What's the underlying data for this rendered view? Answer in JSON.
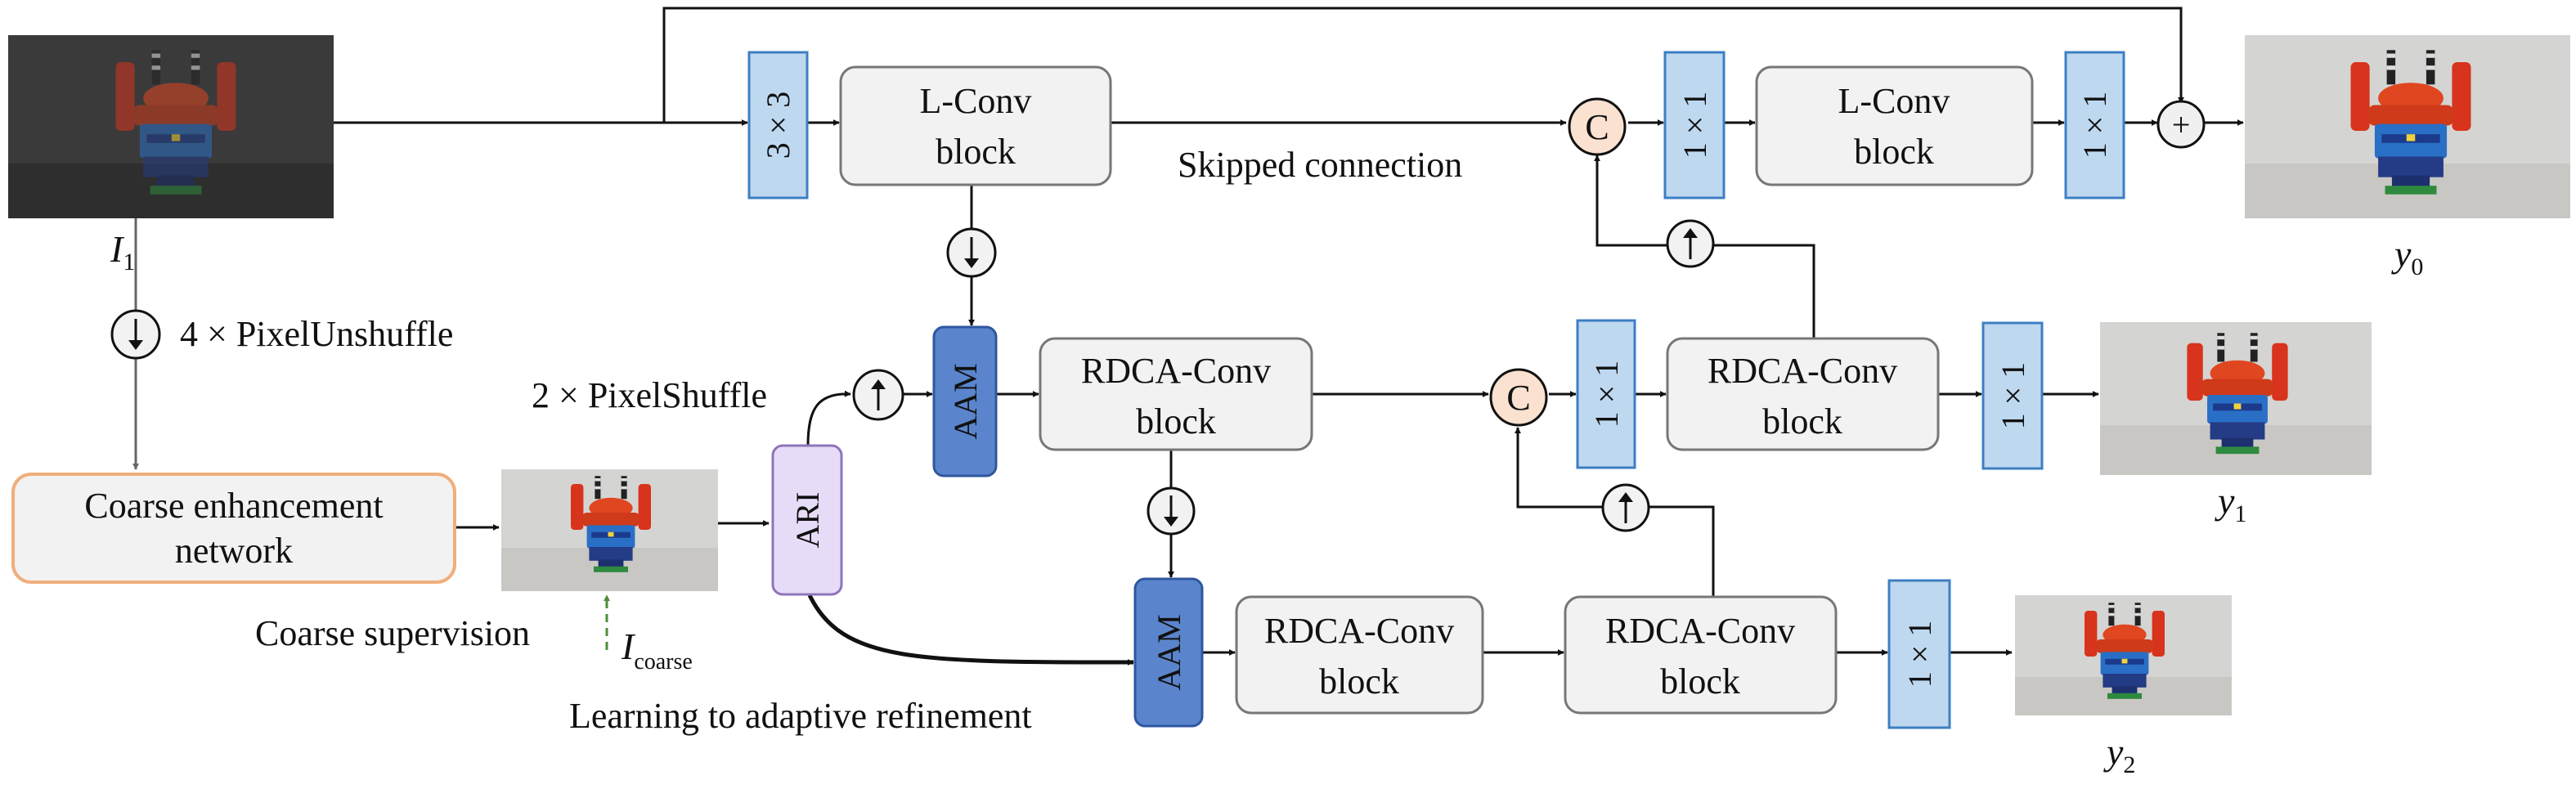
{
  "inputs": {
    "input_image_label": "I",
    "input_image_sub": "1",
    "coarse_label": "I",
    "coarse_sub": "coarse"
  },
  "outputs": {
    "y0": "y",
    "y0_sub": "0",
    "y1": "y",
    "y1_sub": "1",
    "y2": "y",
    "y2_sub": "2"
  },
  "ops": {
    "unshuffle": "4 × PixelUnshuffle",
    "shuffle": "2 × PixelShuffle",
    "skip": "Skipped connection",
    "coarse_supervision": "Coarse supervision",
    "learning": "Learning to adaptive refinement"
  },
  "blocks": {
    "conv3": "3 × 3",
    "conv1": "1 × 1",
    "lconv_line1": "L-Conv",
    "lconv_line2": "block",
    "rdca_line1": "RDCA-Conv",
    "rdca_line2": "block",
    "coarse_line1": "Coarse enhancement",
    "coarse_line2": "network",
    "ari": "ARI",
    "aam": "AAM",
    "concat": "C",
    "add": "+"
  },
  "colors": {
    "conv_fill": "#bed8f0",
    "conv_stroke": "#3d7fc3",
    "aam_fill": "#5a85cc",
    "aam_stroke": "#2f579f",
    "ari_fill": "#e7dcf8",
    "ari_stroke": "#8c76b8",
    "block_fill": "#f2f2f2",
    "block_stroke": "#777777",
    "coarse_stroke": "#f0ae7c",
    "concat_fill": "#fbe1cf",
    "supervision_arrow": "#4f8e3b"
  }
}
